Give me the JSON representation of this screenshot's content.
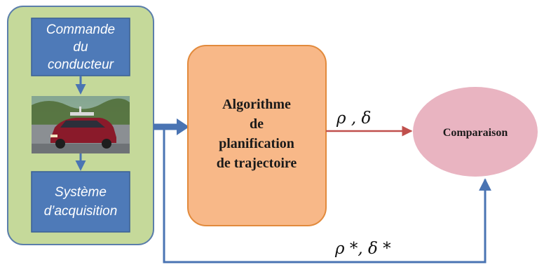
{
  "blocks": {
    "commande": {
      "lines": [
        "Commande",
        "du",
        "conducteur"
      ]
    },
    "photo": {
      "subject": "red car with instrumentation on roof"
    },
    "systeme": {
      "lines": [
        "Système",
        "d’acquisition"
      ]
    },
    "algorithme": {
      "lines": [
        "Algorithme",
        "de",
        "planification",
        "de trajectoire"
      ]
    },
    "comparaison": {
      "label": "Comparaison"
    }
  },
  "signals": {
    "computed": "ρ , δ",
    "measured": "ρ *, δ *"
  },
  "colors": {
    "outer_panel_fill": "#c5d99a",
    "outer_panel_stroke": "#5b7eaa",
    "blue_block_fill": "#4e7ab8",
    "blue_block_stroke": "#3a5f95",
    "orange_block_fill": "#f8b888",
    "orange_block_stroke": "#e28a3c",
    "ellipse_fill": "#e9b4c1",
    "red_arrow": "#c0504d",
    "blue_arrow": "#4a74b3"
  }
}
